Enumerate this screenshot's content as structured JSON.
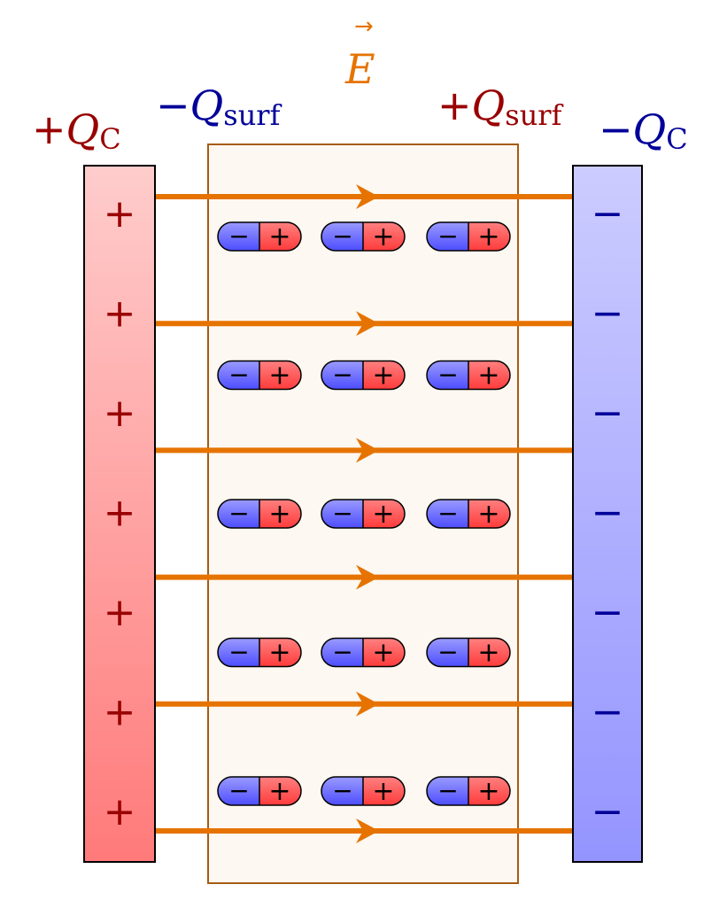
{
  "labels": {
    "left_plate": {
      "sign": "+",
      "symbol": "Q",
      "subscript": "C"
    },
    "slab_left_surface": {
      "sign": "−",
      "symbol": "Q",
      "subscript": "surf"
    },
    "field": {
      "symbol": "E",
      "vector_mark": "→"
    },
    "slab_right_surface": {
      "sign": "+",
      "symbol": "Q",
      "subscript": "surf"
    },
    "right_plate": {
      "sign": "−",
      "symbol": "Q",
      "subscript": "C"
    }
  },
  "plate_charges": {
    "left_sign": "+",
    "right_sign": "−",
    "count_per_plate": 7
  },
  "field_lines": {
    "count": 6,
    "direction": "left-to-right"
  },
  "dipoles": {
    "rows": 5,
    "columns": 3,
    "negative_sign": "−",
    "positive_sign": "+"
  },
  "colors": {
    "positive_text": "#990000",
    "negative_text": "#000099",
    "field": "#e67300",
    "slab_fill": "#fdf8f1",
    "slab_border": "#a65b12",
    "left_plate_top": "#ffcccc",
    "left_plate_bottom": "#ff7a7a",
    "right_plate_top": "#ccccff",
    "right_plate_bottom": "#9494ff",
    "dipole_negative": "#6a6aff",
    "dipole_positive": "#ff4d4d"
  }
}
